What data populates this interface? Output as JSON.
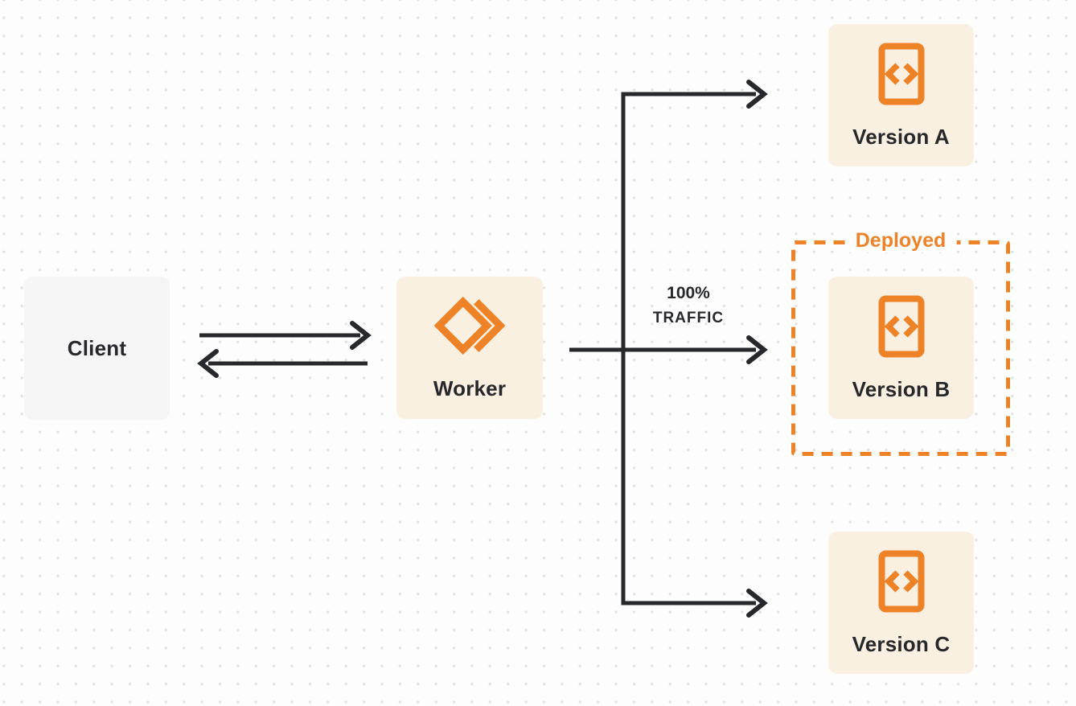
{
  "diagram": {
    "nodes": {
      "client": {
        "label": "Client"
      },
      "worker": {
        "label": "Worker",
        "icon": "cloudflare-workers-logo"
      },
      "versions": [
        {
          "label": "Version A",
          "icon": "code-file-icon"
        },
        {
          "label": "Version B",
          "icon": "code-file-icon",
          "status": "Deployed"
        },
        {
          "label": "Version C",
          "icon": "code-file-icon"
        }
      ]
    },
    "edges": {
      "client_worker": {
        "style": "two-arrows-bidirectional"
      },
      "worker_to_version_b": {
        "label_line1": "100%",
        "label_line2": "TRAFFIC"
      }
    },
    "annotations": {
      "deployed_frame_label": "Deployed"
    },
    "colors": {
      "accent_orange": "#ED8227",
      "node_cream_bg": "#FAF0E2",
      "client_gray_bg": "#F5F5F6",
      "ink": "#26282B",
      "page_bg": "#FDFDFD",
      "dot_grid": "#E2E2E2"
    }
  }
}
